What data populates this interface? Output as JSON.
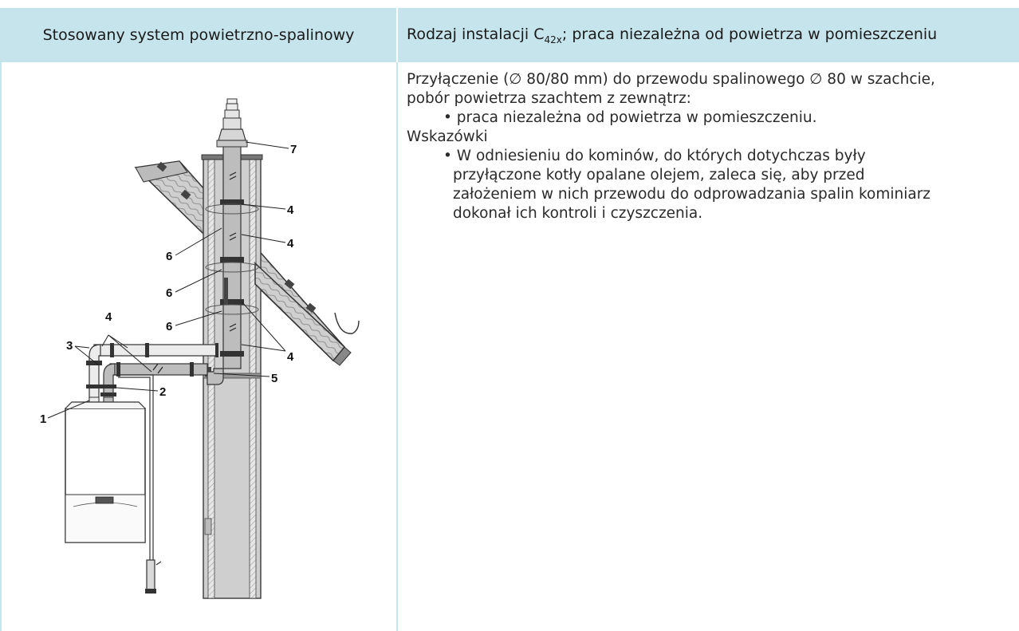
{
  "header": {
    "left": "Stosowany system powietrzno-spalinowy",
    "right_pre": "Rodzaj instalacji C",
    "right_sub": "42x",
    "right_post": "; praca niezależna od powietrza w pomieszczeniu"
  },
  "body": {
    "line1": "Przyłączenie (∅ 80/80 mm) do przewodu spalinowego ∅ 80 w szachcie,",
    "line2": "pobór powietrza szachtem z zewnątrz:",
    "bullet1": "• praca niezależna od powietrza w pomieszczeniu.",
    "hint_title": "Wskazówki",
    "bullet2_l1": "• W odniesieniu do kominów, do których dotychczas były",
    "bullet2_l2": "przyłączone kotły opalane olejem, zaleca się, aby przed",
    "bullet2_l3": "założeniem w nich przewodu do odprowadzania spalin kominiarz",
    "bullet2_l4": "dokonał ich kontroli i czyszczenia."
  },
  "diagram": {
    "labels": {
      "l1": "1",
      "l2": "2",
      "l3": "3",
      "l4a": "4",
      "l4b": "4",
      "l4c": "4",
      "l4d": "4",
      "l5": "5",
      "l6a": "6",
      "l6b": "6",
      "l6c": "6",
      "l7": "7"
    }
  }
}
